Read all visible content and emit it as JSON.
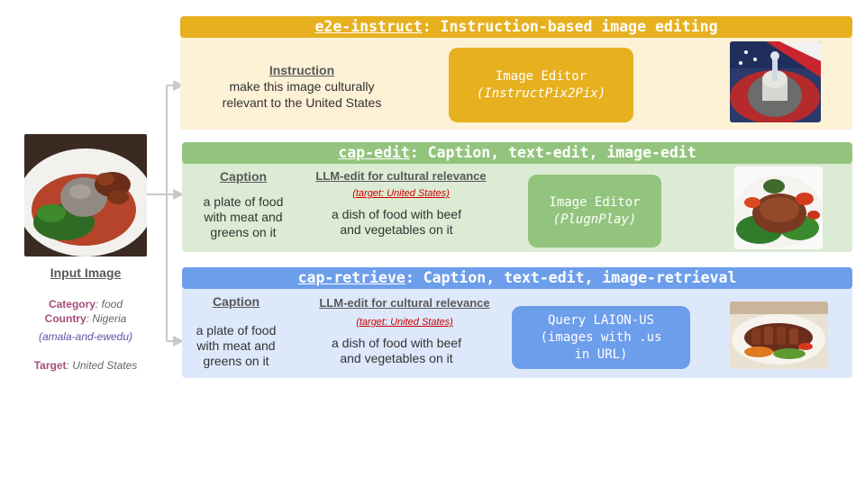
{
  "input": {
    "title": "Input Image",
    "category_key": "Category",
    "category_val": "food",
    "country_key": "Country",
    "country_val": "Nigeria",
    "dish": "(amala-and-ewedu)",
    "target_key": "Target",
    "target_val": "United States"
  },
  "e2e": {
    "header_code": "e2e-instruct",
    "header_rest": ": Instruction-based image editing",
    "instruction_label": "Instruction",
    "instruction_line1": "make this image culturally",
    "instruction_line2": "relevant to the United States",
    "editor_title": "Image Editor",
    "editor_model": "(InstructPix2Pix)"
  },
  "capedit": {
    "header_code": "cap-edit",
    "header_rest": ": Caption, text-edit, image-edit",
    "caption_label": "Caption",
    "caption_line1": "a plate of food",
    "caption_line2": "with meat and",
    "caption_line3": "greens on it",
    "llm_label": "LLM-edit for cultural relevance",
    "llm_target": "(target: United States)",
    "llm_line1": "a dish of food with beef",
    "llm_line2": "and vegetables on it",
    "editor_title": "Image Editor",
    "editor_model": "(PlugnPlay)"
  },
  "capretrieve": {
    "header_code": "cap-retrieve",
    "header_rest": ": Caption, text-edit, image-retrieval",
    "caption_label": "Caption",
    "caption_line1": "a plate of food",
    "caption_line2": "with meat and",
    "caption_line3": "greens on it",
    "llm_label": "LLM-edit for cultural relevance",
    "llm_target": "(target: United States)",
    "llm_line1": "a dish of food with beef",
    "llm_line2": "and vegetables on it",
    "query_line1": "Query LAION-US",
    "query_line2": "(images with .us",
    "query_line3": "in URL)"
  },
  "colors": {
    "e2e_header": "#e6b01f",
    "e2e_body": "#fdf1d6",
    "e2e_editor": "#e6b01f",
    "capedit_header": "#93c47d",
    "capedit_body": "#dcebd4",
    "capedit_editor": "#93c47d",
    "capretrieve_header": "#6d9eeb",
    "capretrieve_body": "#dde8fb",
    "capretrieve_editor": "#6d9eeb",
    "arrow": "#c8c8c8"
  }
}
